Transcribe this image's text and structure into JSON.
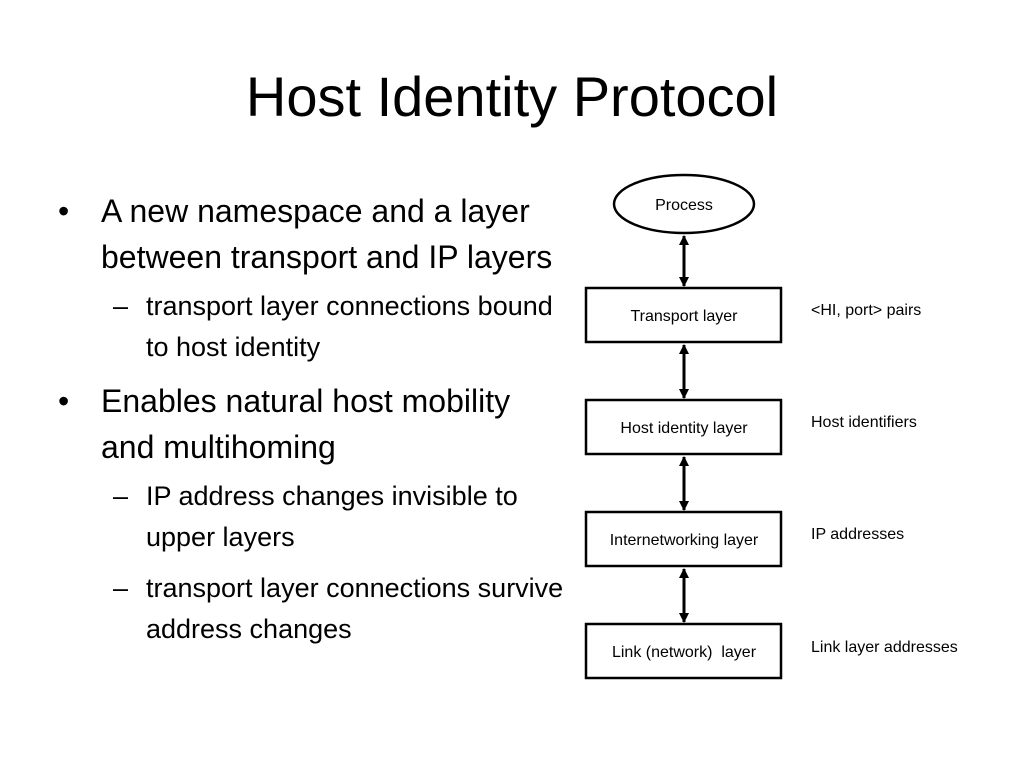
{
  "slide": {
    "title": "Host Identity Protocol",
    "bullet_marker": "•",
    "sub_marker": "–",
    "bullets": [
      {
        "text": "A new namespace and a layer between transport and IP layers",
        "subs": [
          "transport layer connections bound to host identity"
        ]
      },
      {
        "text": "Enables natural host mobility and multihoming",
        "subs": [
          "IP address changes invisible to upper layers",
          "transport layer connections survive address changes"
        ]
      }
    ]
  },
  "diagram": {
    "process": "Process",
    "layers": [
      {
        "label": "Transport layer",
        "annotation": "<HI, port> pairs"
      },
      {
        "label": "Host identity layer",
        "annotation": "Host identifiers"
      },
      {
        "label": "Internetworking layer",
        "annotation": "IP addresses"
      },
      {
        "label": "Link (network)  layer",
        "annotation": "Link layer addresses"
      }
    ]
  }
}
